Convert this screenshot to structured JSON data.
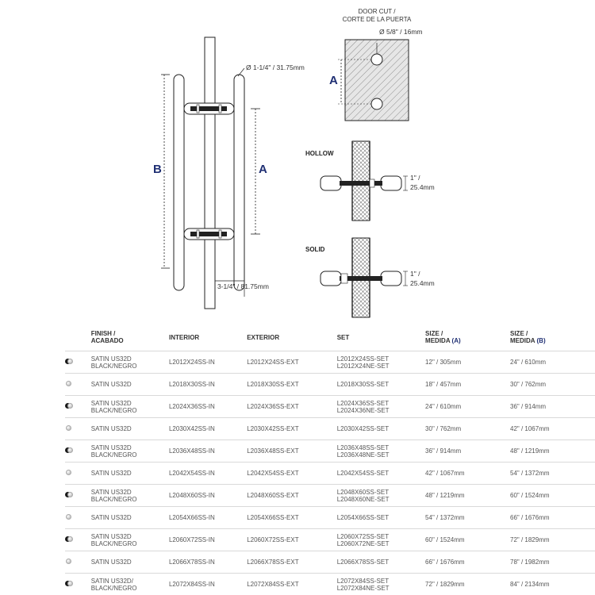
{
  "diagram": {
    "dim_b": "B",
    "dim_a_handle": "A",
    "dim_a_door": "A",
    "tube_diameter": "Ø 1-1/4\" / 31.75mm",
    "projection": "3-1/4\" / 81.75mm",
    "door_cut_title_1": "DOOR CUT /",
    "door_cut_title_2": "CORTE DE LA PUERTA",
    "hole_diameter": "Ø 5/8\" / 16mm",
    "hollow": "HOLLOW",
    "solid": "SOLID",
    "hollow_thickness_1": "1\" /",
    "hollow_thickness_2": "25.4mm",
    "solid_thickness_1": "1\" /",
    "solid_thickness_2": "25.4mm"
  },
  "table": {
    "headers": {
      "finish_1": "FINISH /",
      "finish_2": "ACABADO",
      "interior": "INTERIOR",
      "exterior": "EXTERIOR",
      "set": "SET",
      "size_a_1": "SIZE /",
      "size_a_2": "MEDIDA",
      "size_a_tag": "(A)",
      "size_b_1": "SIZE /",
      "size_b_2": "MEDIDA",
      "size_b_tag": "(B)"
    },
    "rows": [
      {
        "swatch": "satin-black",
        "finish": "SATIN US32D\nBLACK/NEGRO",
        "interior": "L2012X24SS-IN",
        "exterior": "L2012X24SS-EXT",
        "set": "L2012X24SS-SET\nL2012X24NE-SET",
        "size_a": "12\" / 305mm",
        "size_b": "24\" / 610mm"
      },
      {
        "swatch": "satin",
        "finish": "SATIN US32D",
        "interior": "L2018X30SS-IN",
        "exterior": "L2018X30SS-EXT",
        "set": "L2018X30SS-SET",
        "size_a": "18\" / 457mm",
        "size_b": "30\" / 762mm"
      },
      {
        "swatch": "satin-black",
        "finish": "SATIN US32D\nBLACK/NEGRO",
        "interior": "L2024X36SS-IN",
        "exterior": "L2024X36SS-EXT",
        "set": "L2024X36SS-SET\nL2024X36NE-SET",
        "size_a": "24\" / 610mm",
        "size_b": "36\" / 914mm"
      },
      {
        "swatch": "satin",
        "finish": "SATIN US32D",
        "interior": "L2030X42SS-IN",
        "exterior": "L2030X42SS-EXT",
        "set": "L2030X42SS-SET",
        "size_a": "30\" / 762mm",
        "size_b": "42\" / 1067mm"
      },
      {
        "swatch": "satin-black",
        "finish": "SATIN US32D\nBLACK/NEGRO",
        "interior": "L2036X48SS-IN",
        "exterior": "L2036X48SS-EXT",
        "set": "L2036X48SS-SET\nL2036X48NE-SET",
        "size_a": "36\" / 914mm",
        "size_b": "48\" / 1219mm"
      },
      {
        "swatch": "satin",
        "finish": "SATIN US32D",
        "interior": "L2042X54SS-IN",
        "exterior": "L2042X54SS-EXT",
        "set": "L2042X54SS-SET",
        "size_a": "42\" / 1067mm",
        "size_b": "54\" / 1372mm"
      },
      {
        "swatch": "satin-black",
        "finish": "SATIN US32D\nBLACK/NEGRO",
        "interior": "L2048X60SS-IN",
        "exterior": "L2048X60SS-EXT",
        "set": "L2048X60SS-SET\nL2048X60NE-SET",
        "size_a": "48\" / 1219mm",
        "size_b": "60\" / 1524mm"
      },
      {
        "swatch": "satin",
        "finish": "SATIN US32D",
        "interior": "L2054X66SS-IN",
        "exterior": "L2054X66SS-EXT",
        "set": "L2054X66SS-SET",
        "size_a": "54\" / 1372mm",
        "size_b": "66\" / 1676mm"
      },
      {
        "swatch": "satin-black",
        "finish": "SATIN US32D\nBLACK/NEGRO",
        "interior": "L2060X72SS-IN",
        "exterior": "L2060X72SS-EXT",
        "set": "L2060X72SS-SET\nL2060X72NE-SET",
        "size_a": "60\" / 1524mm",
        "size_b": "72\" / 1829mm"
      },
      {
        "swatch": "satin",
        "finish": "SATIN US32D",
        "interior": "L2066X78SS-IN",
        "exterior": "L2066X78SS-EXT",
        "set": "L2066X78SS-SET",
        "size_a": "66\" / 1676mm",
        "size_b": "78\" / 1982mm"
      },
      {
        "swatch": "satin-black",
        "finish": "SATIN US32D/\nBLACK/NEGRO",
        "interior": "L2072X84SS-IN",
        "exterior": "L2072X84SS-EXT",
        "set": "L2072X84SS-SET\nL2072X84NE-SET",
        "size_a": "72\" / 1829mm",
        "size_b": "84\" / 2134mm"
      }
    ]
  },
  "colors": {
    "accent": "#1f2f73",
    "line": "#222222",
    "hatch": "#555555",
    "door_fill": "#e6e6e6"
  }
}
